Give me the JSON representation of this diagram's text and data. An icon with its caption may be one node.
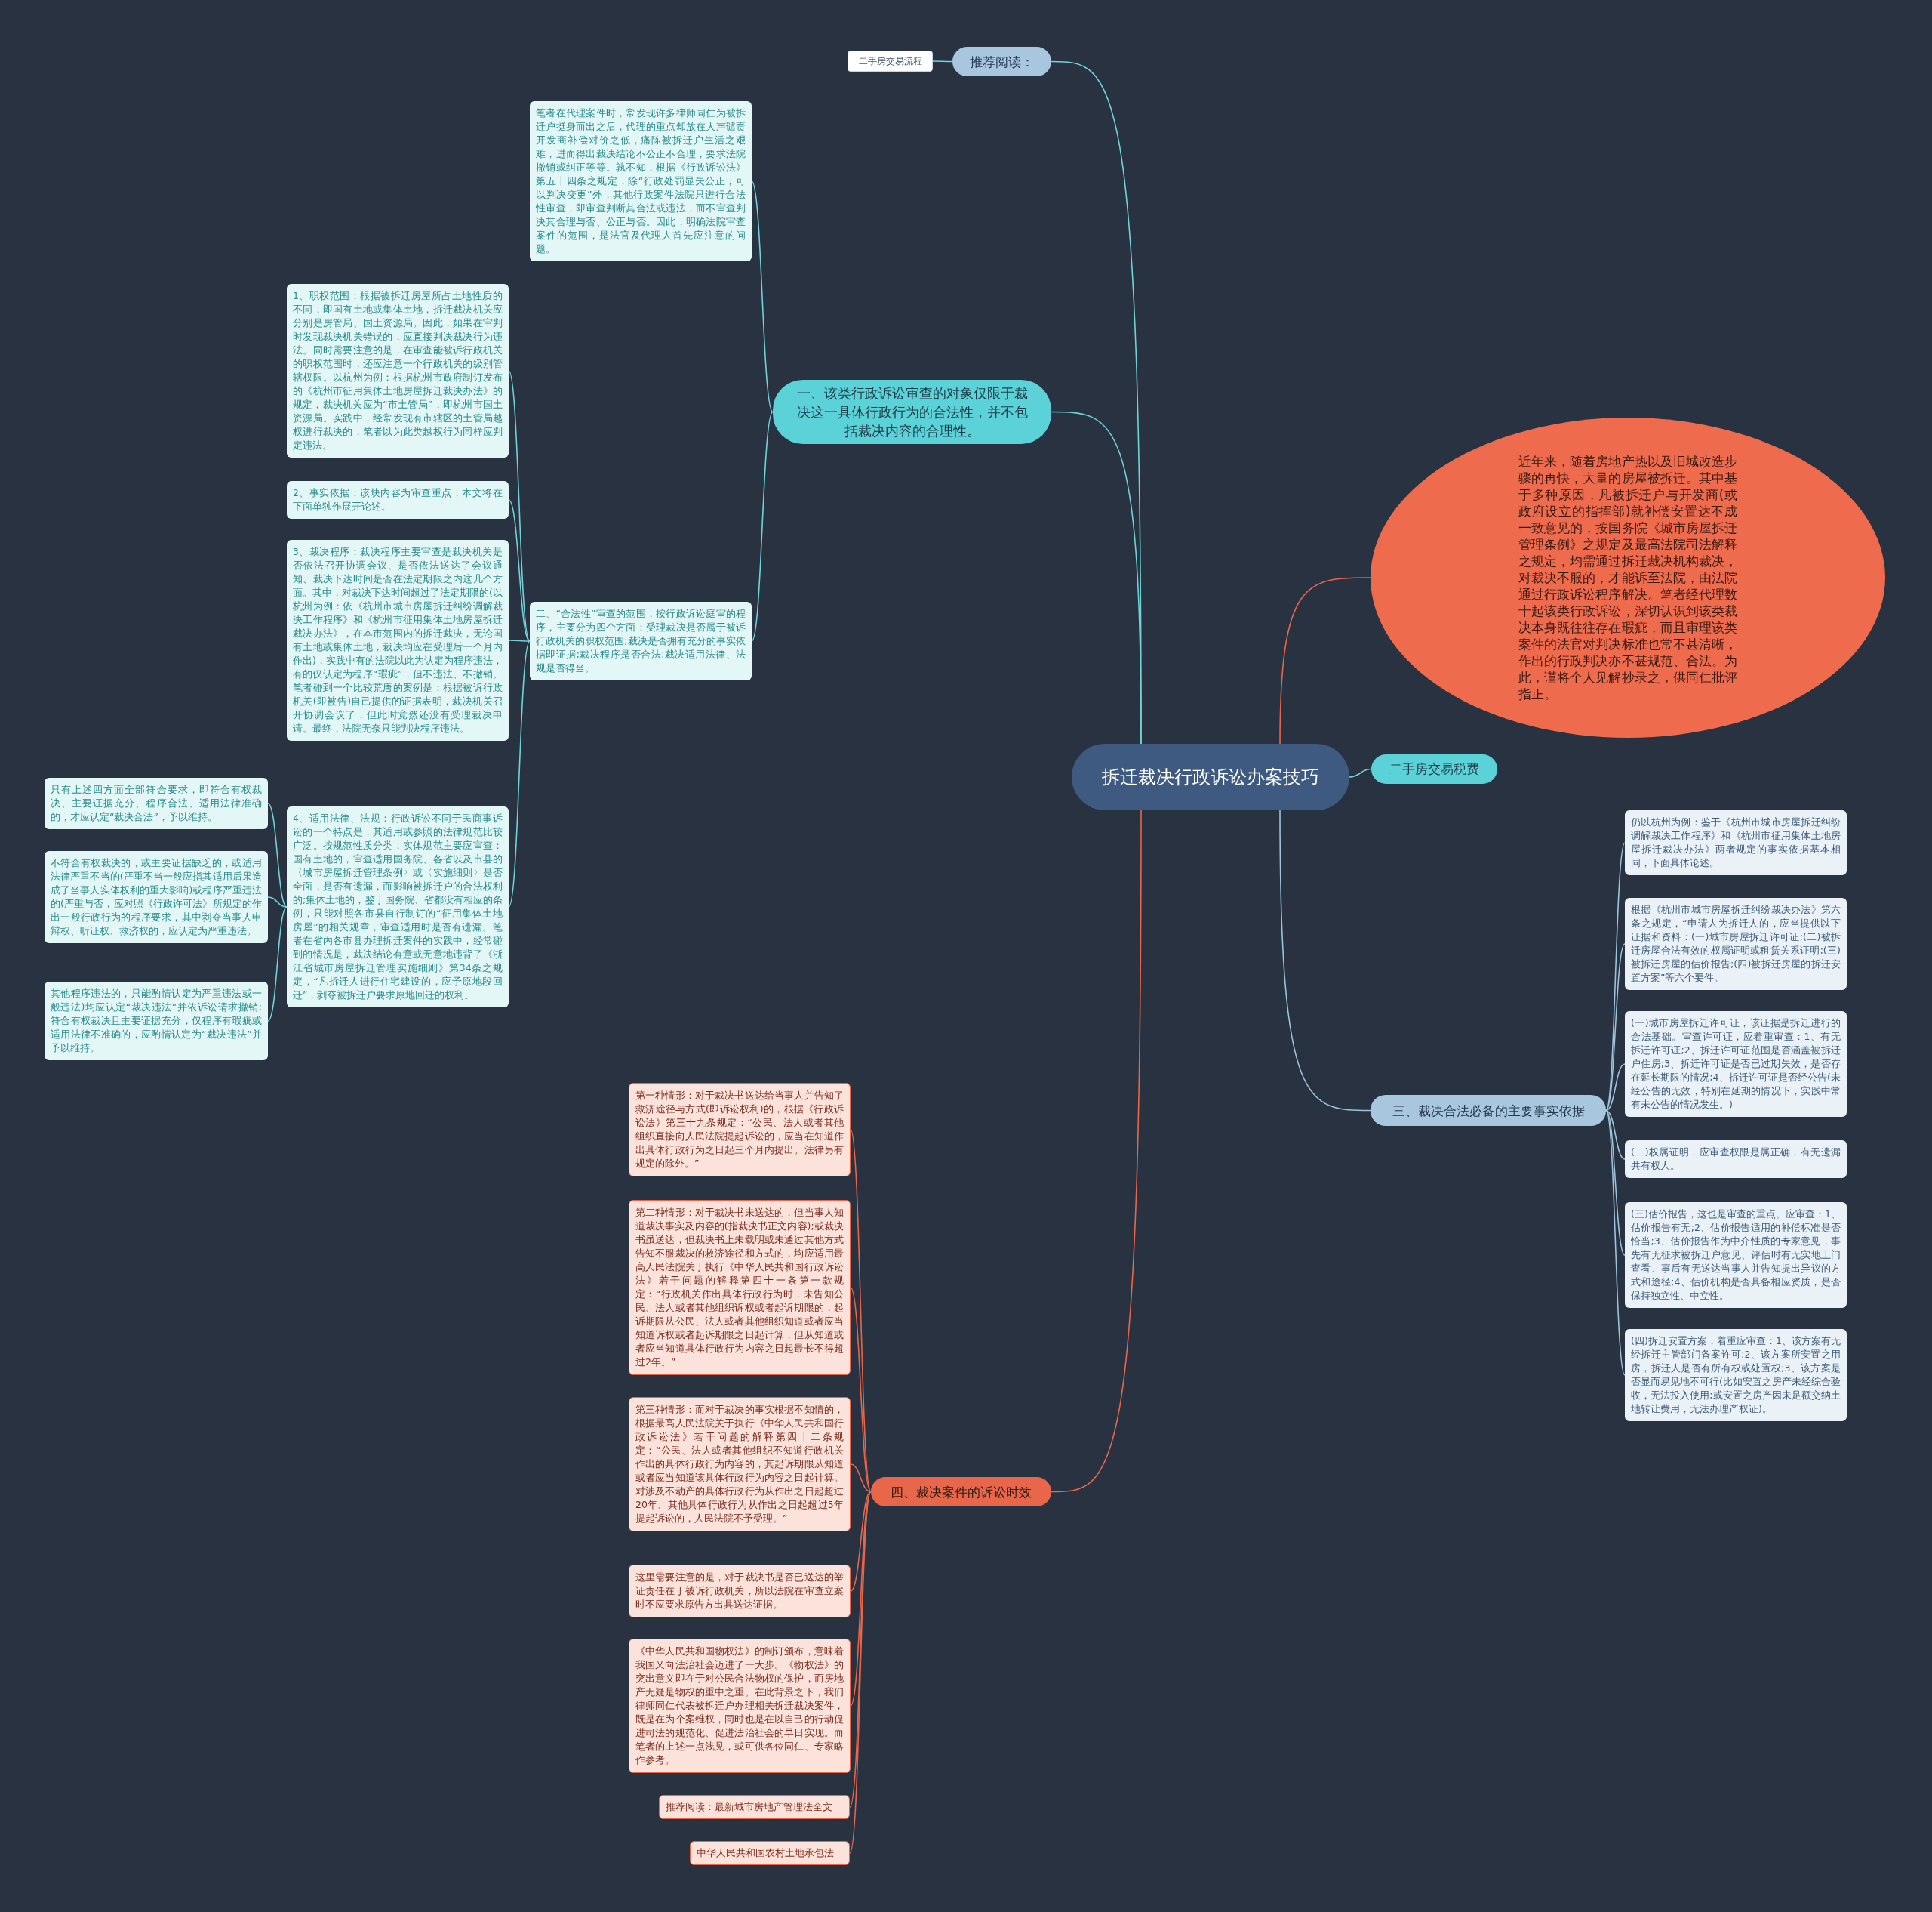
{
  "diagram": {
    "nodes": [
      {
        "text": [
          "拆迁裁决行政诉讼办案技巧"
        ]
      },
      {
        "text": [
          "推荐阅读："
        ]
      },
      {
        "text": [
          "二手房交易流程"
        ]
      },
      {
        "text": [
          "一、该类行政诉讼审查的对象仅限于裁决这一具体行政行为的合法性，并不包括裁决内容的合理性。"
        ]
      },
      {
        "text": [
          "笔者在代理案件时，常发现许多律师同仁为被拆迁户挺身而出之后，代理的重点却放在大声谴责开发商补偿对价之低，痛陈被拆迁户生活之艰难，进而得出裁决结论不公正不合理，要求法院撤销或纠正等等。孰不知，根据《行政诉讼法》第五十四条之规定，除“行政处罚显失公正，可以判决变更”外，其他行政案件法院只进行合法性审查，即审查判断其合法或违法，而不审查判决其合理与否、公正与否。因此，明确法院审查案件的范围，是法官及代理人首先应注意的问题。"
        ]
      },
      {
        "text": [
          "二、“合法性”审查的范围，按行政诉讼庭审的程序，主要分为四个方面：受理裁决是否属于被诉行政机关的职权范围;裁决是否拥有充分的事实依据即证据;裁决程序是否合法;裁决适用法律、法规是否得当。"
        ]
      },
      {
        "text": [
          "1、职权范围：根据被拆迁房屋所占土地性质的不同，即国有土地或集体土地，拆迁裁决机关应分别是房管局、国土资源局。因此，如果在审判时发现裁决机关错误的，应直接判决裁决行为违法。同时需要注意的是，在审查能被诉行政机关的职权范围时，还应注意一个行政机关的级别管辖权限。以杭州为例：根据杭州市政府制订发布的《杭州市征用集体土地房屋拆迁裁决办法》的规定，裁决机关应为“市土管局”，即杭州市国土资源局。实践中，经常发现有市辖区的土管局越权进行裁决的，笔者以为此类越权行为同样应判定违法。"
        ]
      },
      {
        "text": [
          "2、事实依据：该块内容为审查重点，本文将在下面单独作展开论述。"
        ]
      },
      {
        "text": [
          "3、裁决程序：裁决程序主要审查是裁决机关是否依法召开协调会议、是否依法送达了会议通知、裁决下达时间是否在法定期限之内这几个方面。其中，对裁决下达时间超过了法定期限的(以杭州为例：依《杭州市城市房屋拆迁纠纷调解裁决工作程序》和《杭州市征用集体土地房屋拆迁裁决办法》，在本市范围内的拆迁裁决，无论国有土地或集体土地，裁决均应在受理后一个月内作出)，实践中有的法院以此为认定为程序违法，有的仅认定为程序“瑕疵”，但不违法、不撤销。笔者碰到一个比较荒唐的案例是：根据被诉行政机关(即被告)自己提供的证据表明，裁决机关召开协调会议了，但此时竟然还没有受理裁决申请。最终，法院无奈只能判决程序违法。"
        ]
      },
      {
        "text": [
          "4、适用法律、法规：行政诉讼不同于民商事诉讼的一个特点是，其适用或参照的法律规范比较广泛。按规范性质分类，实体规范主要应审查：国有土地的，审查适用国务院、各省以及市县的〈城市房屋拆迁管理条例〉或〈实施细则〉是否全面，是否有遗漏，而影响被拆迁户的合法权利的;集体土地的，鉴于国务院、省都没有相应的条例，只能对照各市县自行制订的“征用集体土地房屋”的相关规章，审查适用时是否有遗漏。笔者在省内各市县办理拆迁案件的实践中，经常碰到的情况是，裁决结论有意或无意地违背了《浙江省城市房屋拆迁管理实施细则》第34条之规定，“凡拆迁人进行住宅建设的，应予原地段回迁”，剥夺被拆迁户要求原地回迁的权利。"
        ]
      },
      {
        "text": [
          "只有上述四方面全部符合要求，即符合有权裁决、主要证据充分、程序合法、适用法律准确的，才应认定“裁决合法”，予以维持。"
        ]
      },
      {
        "text": [
          "不符合有权裁决的，或主要证据缺乏的，或适用法律严重不当的(严重不当一般应指其适用后果造成了当事人实体权利的重大影响)或程序严重违法的(严重与否，应对照《行政许可法》所规定的作出一般行政行为的程序要求，其中剥夺当事人申辩权、听证权、救济权的，应认定为严重违法。"
        ]
      },
      {
        "text": [
          "其他程序违法的，只能酌情认定为严重违法或一般违法)均应认定“裁决违法”并依诉讼请求撤销;符合有权裁决且主要证据充分，仅程序有瑕疵或适用法律不准确的，应酌情认定为“裁决违法”并予以维持。"
        ]
      },
      {
        "text": [
          "近年来，随着房地产热以及旧城改造步骤的再快，大量的房屋被拆迁。其中基于多种原因，凡被拆迁户与开发商(或政府设立的指挥部)就补偿安置达不成一致意见的，按国务院《城市房屋拆迁管理条例》之规定及最高法院司法解释之规定，均需通过拆迁裁决机构裁决，对裁决不服的，才能诉至法院，由法院通过行政诉讼程序解决。笔者经代理数十起该类行政诉讼，深切认识到该类裁决本身既往往存在瑕疵，而且审理该类案件的法官对判决标准也常不甚清晰，作出的行政判决亦不甚规范、合法。为此，谨将个人见解抄录之，供同仁批评指正。"
        ]
      },
      {
        "text": [
          "二手房交易税费"
        ]
      },
      {
        "text": [
          "三、裁决合法必备的主要事实依据"
        ]
      },
      {
        "text": [
          "仍以杭州为例：鉴于《杭州市城市房屋拆迁纠纷调解裁决工作程序》和《杭州市征用集体土地房屋拆迁裁决办法》两者规定的事实依据基本相同，下面具体论述。"
        ]
      },
      {
        "text": [
          "根据《杭州市城市房屋拆迁纠纷裁决办法》第六条之规定，“申请人为拆迁人的，应当提供以下证据和资料：(一)城市房屋拆迁许可证;(二)被拆迁房屋合法有效的权属证明或租赁关系证明;(三)被拆迁房屋的估价报告;(四)被拆迁房屋的拆迁安置方案”等六个要件。"
        ]
      },
      {
        "text": [
          "(一)城市房屋拆迁许可证，该证据是拆迁进行的合法基础。审查许可证，应着重审查：1、有无拆迁许可证;2、拆迁许可证范围是否涵盖被拆迁户住房;3、拆迁许可证是否已过期失效，是否存在延长期限的情况;4、拆迁许可证是否经公告(未经公告的无效，特别在延期的情况下，实践中常有未公告的情况发生。)"
        ]
      },
      {
        "text": [
          "(二)权属证明，应审查权限是属正确，有无遗漏共有权人。"
        ]
      },
      {
        "text": [
          "(三)估价报告，这也是审查的重点。应审查：1、估价报告有无;2、估价报告适用的补偿标准是否恰当;3、估价报告作为中介性质的专家意见，事先有无征求被拆迁户意见、评估时有无实地上门查看、事后有无送达当事人并告知提出异议的方式和途径;4、估价机构是否具备相应资质，是否保持独立性、中立性。"
        ]
      },
      {
        "text": [
          "(四)拆迁安置方案，着重应审查：1、该方案有无经拆迁主管部门备案许可;2、该方案所安置之用房，拆迁人是否有所有权或处置权;3、该方案是否显而易见地不可行(比如安置之房产未经综合验收，无法投入使用;或安置之房产因未足额交纳土地转让费用，无法办理产权证)。"
        ]
      },
      {
        "text": [
          "四、裁决案件的诉讼时效"
        ]
      },
      {
        "text": [
          "第一种情形：对于裁决书送达给当事人并告知了救济途径与方式(即诉讼权利)的，根据《行政诉讼法》第三十九条规定：“公民、法人或者其他组织直接向人民法院提起诉讼的，应当在知道作出具体行政行为之日起三个月内提出。法律另有规定的除外。”"
        ]
      },
      {
        "text": [
          "第二种情形：对于裁决书未送达的，但当事人知道裁决事实及内容的(指裁决书正文内容);或裁决书虽送达，但裁决书上未载明或未通过其他方式告知不服裁决的救济途径和方式的，均应适用最高人民法院关于执行《中华人民共和国行政诉讼法》若干问题的解释第四十一条第一款规定：“行政机关作出具体行政行为时，未告知公民、法人或者其他组织诉权或者起诉期限的，起诉期限从公民、法人或者其他组织知道或者应当知道诉权或者起诉期限之日起计算，但从知道或者应当知道具体行政行为内容之日起最长不得超过2年。”"
        ]
      },
      {
        "text": [
          "第三种情形：而对于裁决的事实根据不知情的，根据最高人民法院关于执行《中华人民共和国行政诉讼法》若干问题的解释第四十二条规定：“公民、法人或者其他组织不知道行政机关作出的具体行政行为内容的，其起诉期限从知道或者应当知道该具体行政行为内容之日起计算。对涉及不动产的具体行政行为从作出之日起超过20年、其他具体行政行为从作出之日起超过5年提起诉讼的，人民法院不予受理。”"
        ]
      },
      {
        "text": [
          "这里需要注意的是，对于裁决书是否已送达的举证责任在于被诉行政机关，所以法院在审查立案时不应要求原告方出具送达证据。"
        ]
      },
      {
        "text": [
          "《中华人民共和国物权法》的制订颁布，意味着我国又向法治社会迈进了一大步。《物权法》的突出意义即在于对公民合法物权的保护，而房地产无疑是物权的重中之重。在此背景之下，我们律师同仁代表被拆迁户办理相关拆迁裁决案件，既是在为个案维权，同时也是在以自己的行动促进司法的规范化、促进法治社会的早日实现。而笔者的上述一点浅见，或可供各位同仁、专家略作参考。"
        ]
      },
      {
        "text": [
          "推荐阅读：最新城市房地产管理法全文"
        ]
      },
      {
        "text": [
          "中华人民共和国农村土地承包法"
        ]
      }
    ],
    "edges": [
      {
        "from": 0,
        "to": 1,
        "arrow": "none"
      },
      {
        "from": 1,
        "to": 2,
        "arrow": "none"
      },
      {
        "from": 0,
        "to": 3,
        "arrow": "none"
      },
      {
        "from": 3,
        "to": 4,
        "arrow": "none"
      },
      {
        "from": 3,
        "to": 5,
        "arrow": "none"
      },
      {
        "from": 5,
        "to": 6,
        "arrow": "none"
      },
      {
        "from": 5,
        "to": 7,
        "arrow": "none"
      },
      {
        "from": 5,
        "to": 8,
        "arrow": "none"
      },
      {
        "from": 5,
        "to": 9,
        "arrow": "none"
      },
      {
        "from": 9,
        "to": 10,
        "arrow": "none"
      },
      {
        "from": 9,
        "to": 11,
        "arrow": "none"
      },
      {
        "from": 9,
        "to": 12,
        "arrow": "none"
      },
      {
        "from": 0,
        "to": 13,
        "arrow": "none",
        "color": "#e8674a"
      },
      {
        "from": 0,
        "to": 14,
        "arrow": "none"
      },
      {
        "from": 0,
        "to": 15,
        "arrow": "none",
        "color": "#9cc3dc"
      },
      {
        "from": 15,
        "to": 16,
        "arrow": "none",
        "color": "#9cc3dc"
      },
      {
        "from": 15,
        "to": 17,
        "arrow": "none",
        "color": "#9cc3dc"
      },
      {
        "from": 15,
        "to": 18,
        "arrow": "none",
        "color": "#9cc3dc"
      },
      {
        "from": 15,
        "to": 19,
        "arrow": "none",
        "color": "#9cc3dc"
      },
      {
        "from": 15,
        "to": 20,
        "arrow": "none",
        "color": "#9cc3dc"
      },
      {
        "from": 15,
        "to": 21,
        "arrow": "none",
        "color": "#9cc3dc"
      },
      {
        "from": 0,
        "to": 22,
        "arrow": "none",
        "color": "#e8674a"
      },
      {
        "from": 22,
        "to": 23,
        "arrow": "none",
        "color": "#e8674a"
      },
      {
        "from": 22,
        "to": 24,
        "arrow": "none",
        "color": "#e8674a"
      },
      {
        "from": 22,
        "to": 25,
        "arrow": "none",
        "color": "#e8674a"
      },
      {
        "from": 22,
        "to": 26,
        "arrow": "none",
        "color": "#e8674a"
      },
      {
        "from": 22,
        "to": 27,
        "arrow": "none",
        "color": "#e8674a"
      },
      {
        "from": 22,
        "to": 28,
        "arrow": "none",
        "color": "#e8674a"
      },
      {
        "from": 22,
        "to": 29,
        "arrow": "none",
        "color": "#e8674a"
      }
    ]
  }
}
